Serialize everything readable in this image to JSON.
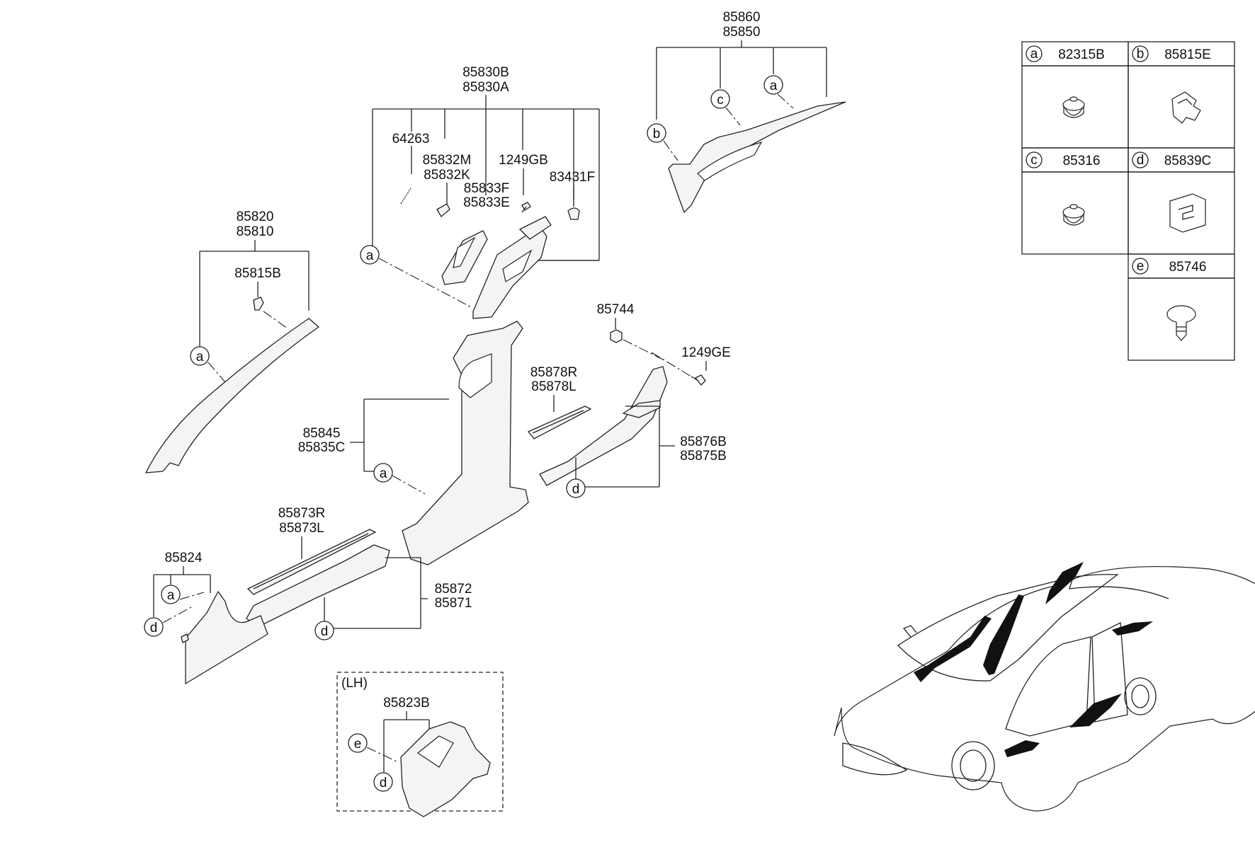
{
  "callouts": {
    "a": "a",
    "b": "b",
    "c": "c",
    "d": "d",
    "e": "e"
  },
  "labels": {
    "p85860": "85860",
    "p85850": "85850",
    "p85830B": "85830B",
    "p85830A": "85830A",
    "p64263": "64263",
    "p85832M": "85832M",
    "p85832K": "85832K",
    "p1249GB": "1249GB",
    "p85833F": "85833F",
    "p85833E": "85833E",
    "p83431F": "83431F",
    "p85820": "85820",
    "p85810": "85810",
    "p85815B": "85815B",
    "p85744": "85744",
    "p1249GE": "1249GE",
    "p85878R": "85878R",
    "p85878L": "85878L",
    "p85845": "85845",
    "p85835C": "85835C",
    "p85876B": "85876B",
    "p85875B": "85875B",
    "p85873R": "85873R",
    "p85873L": "85873L",
    "p85824": "85824",
    "p85872": "85872",
    "p85871": "85871",
    "lh": "(LH)",
    "p85823B": "85823B"
  },
  "legend": {
    "a": "82315B",
    "b": "85815E",
    "c": "85316",
    "d": "85839C",
    "e": "85746"
  }
}
